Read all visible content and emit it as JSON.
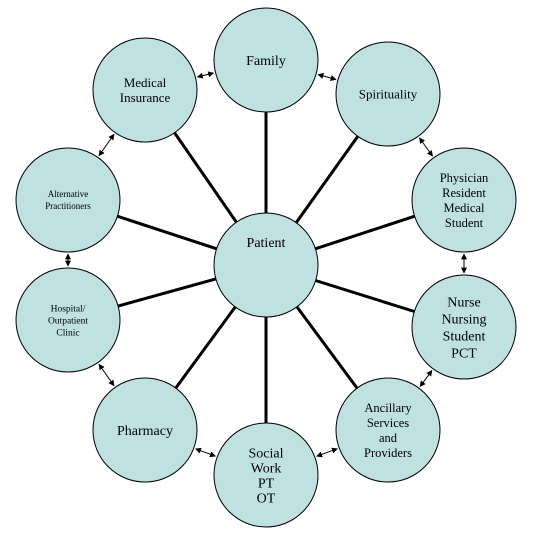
{
  "colors": {
    "circle_fill": "#bfe1e1",
    "stroke": "#000000",
    "background": "#ffffff"
  },
  "hub": {
    "lines": [
      "Patient"
    ]
  },
  "nodes": [
    {
      "id": "family",
      "lines": [
        "Family"
      ]
    },
    {
      "id": "spirituality",
      "lines": [
        "Spirituality"
      ]
    },
    {
      "id": "physician",
      "lines": [
        "Physician",
        "Resident",
        "Medical",
        "Student"
      ]
    },
    {
      "id": "nurse",
      "lines": [
        "Nurse",
        "Nursing",
        "Student",
        "PCT"
      ]
    },
    {
      "id": "ancillary",
      "lines": [
        "Ancillary",
        "Services",
        "and",
        "Providers"
      ]
    },
    {
      "id": "social-work",
      "lines": [
        "Social",
        "Work",
        "PT",
        "OT"
      ]
    },
    {
      "id": "pharmacy",
      "lines": [
        "Pharmacy"
      ]
    },
    {
      "id": "hospital",
      "lines": [
        "Hospital/",
        "Outpatient",
        "Clinic"
      ]
    },
    {
      "id": "alternative",
      "lines": [
        "Alternative",
        "Practitioners"
      ]
    },
    {
      "id": "medical-insurance",
      "lines": [
        "Medical",
        "Insurance"
      ]
    }
  ]
}
